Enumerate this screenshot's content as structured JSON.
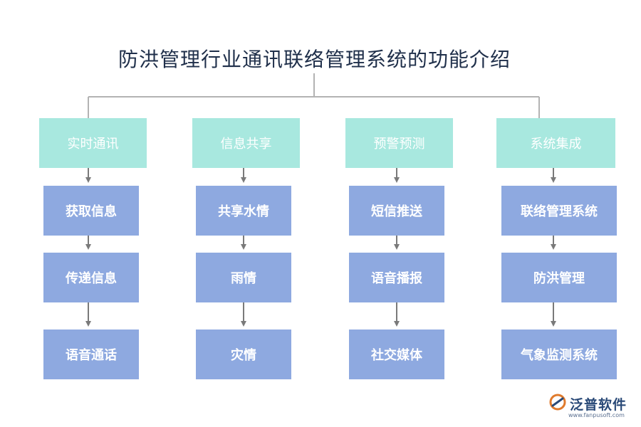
{
  "title": "防洪管理行业通讯联络管理系统的功能介绍",
  "colors": {
    "heading_box": "#a8e8df",
    "child_box": "#8ea9e0",
    "connector": "#b3b3b3",
    "arrow": "#7a7a7a",
    "title_text": "#1f2f4a"
  },
  "columns": [
    {
      "label": "实时通讯",
      "items": [
        "获取信息",
        "传递信息",
        "语音通话"
      ]
    },
    {
      "label": "信息共享",
      "items": [
        "共享水情",
        "雨情",
        "灾情"
      ]
    },
    {
      "label": "预警预测",
      "items": [
        "短信推送",
        "语音播报",
        "社交媒体"
      ]
    },
    {
      "label": "系统集成",
      "items": [
        "联络管理系统",
        "防洪管理",
        "气象监测系统"
      ]
    }
  ],
  "watermark": {
    "brand": "泛普软件",
    "url": "www.fanpusoft.com"
  }
}
